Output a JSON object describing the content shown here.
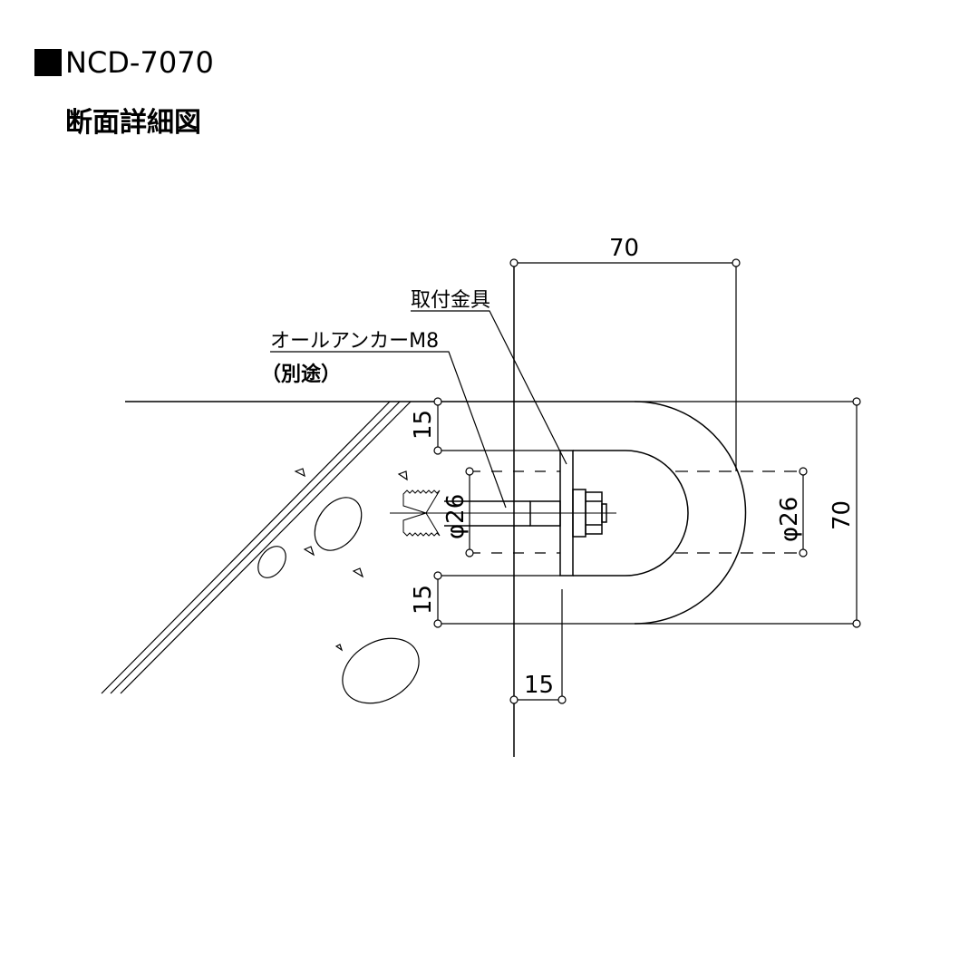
{
  "header": {
    "title": "NCD-7070",
    "subtitle": "断面詳細図",
    "title_marker": "black-square"
  },
  "labels": {
    "bracket": "取付金具",
    "anchor": "オールアンカーM8",
    "anchor_note": "（別途）"
  },
  "dimensions": {
    "width_top": "70",
    "height_right": "70",
    "top_offset": "15",
    "bottom_offset": "15",
    "plate_offset": "15",
    "diameter_left": "φ26",
    "diameter_right": "φ26"
  }
}
